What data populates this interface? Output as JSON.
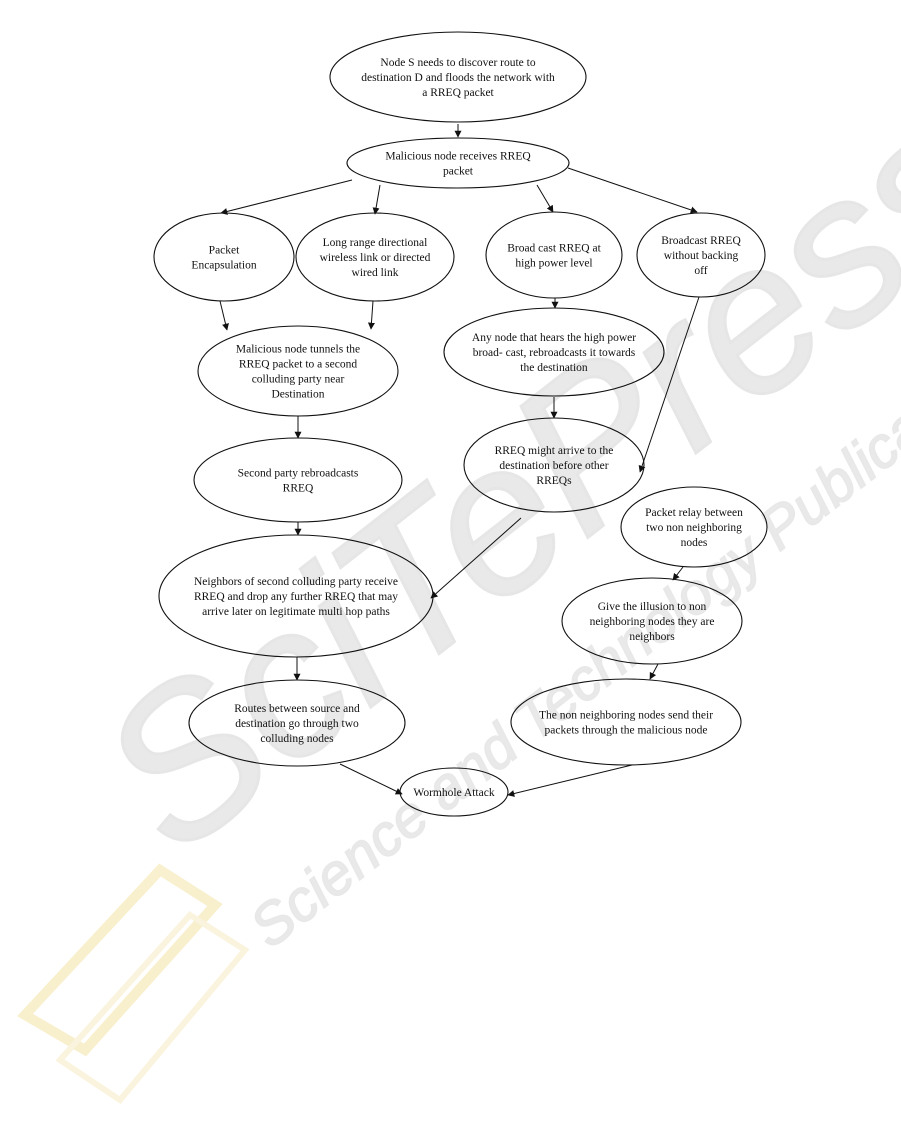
{
  "watermark": {
    "main": "SciTePress",
    "sub": "Science and Technology Publications"
  },
  "nodes": [
    {
      "id": "start",
      "lines": [
        "Node S needs to discover route to",
        "destination D and floods the network with",
        "a RREQ packet"
      ]
    },
    {
      "id": "malicious-receives",
      "lines": [
        "Malicious node receives RREQ",
        "packet"
      ]
    },
    {
      "id": "packet-encapsulation",
      "lines": [
        "Packet",
        "Encapsulation"
      ]
    },
    {
      "id": "long-range-link",
      "lines": [
        "Long range directional",
        "wireless link or directed",
        "wired link"
      ]
    },
    {
      "id": "broadcast-high-power",
      "lines": [
        "Broad cast RREQ at",
        "high power level"
      ]
    },
    {
      "id": "broadcast-no-backoff",
      "lines": [
        "Broadcast RREQ",
        "without backing",
        "off"
      ]
    },
    {
      "id": "tunnels-rreq",
      "lines": [
        "Malicious node tunnels the",
        "RREQ packet to a second",
        "colluding party near",
        "Destination"
      ]
    },
    {
      "id": "any-node-hears",
      "lines": [
        "Any node that hears the high power",
        "broad- cast, rebroadcasts it towards",
        "the destination"
      ]
    },
    {
      "id": "second-party-rebroadcasts",
      "lines": [
        "Second party rebroadcasts",
        "RREQ"
      ]
    },
    {
      "id": "rreq-arrive-first",
      "lines": [
        "RREQ might arrive to the",
        "destination before other",
        "RREQs"
      ]
    },
    {
      "id": "packet-relay",
      "lines": [
        "Packet relay between",
        "two non neighboring",
        "nodes"
      ]
    },
    {
      "id": "neighbors-drop",
      "lines": [
        "Neighbors of second colluding party receive",
        "RREQ and drop any further RREQ that may",
        "arrive later on legitimate multi hop paths"
      ]
    },
    {
      "id": "illusion",
      "lines": [
        "Give the illusion to non",
        "neighboring nodes they are",
        "neighbors"
      ]
    },
    {
      "id": "routes-through",
      "lines": [
        "Routes between source and",
        "destination go through two",
        "colluding nodes"
      ]
    },
    {
      "id": "non-neighbor-send",
      "lines": [
        "The non neighboring nodes send their",
        "packets through the malicious node"
      ]
    },
    {
      "id": "wormhole-attack",
      "lines": [
        "Wormhole Attack"
      ]
    }
  ],
  "edges": [
    {
      "from": "start",
      "to": "malicious-receives"
    },
    {
      "from": "malicious-receives",
      "to": "packet-encapsulation"
    },
    {
      "from": "malicious-receives",
      "to": "long-range-link"
    },
    {
      "from": "malicious-receives",
      "to": "broadcast-high-power"
    },
    {
      "from": "malicious-receives",
      "to": "broadcast-no-backoff"
    },
    {
      "from": "packet-encapsulation",
      "to": "tunnels-rreq"
    },
    {
      "from": "long-range-link",
      "to": "tunnels-rreq"
    },
    {
      "from": "broadcast-high-power",
      "to": "any-node-hears"
    },
    {
      "from": "broadcast-no-backoff",
      "to": "rreq-arrive-first"
    },
    {
      "from": "tunnels-rreq",
      "to": "second-party-rebroadcasts"
    },
    {
      "from": "any-node-hears",
      "to": "rreq-arrive-first"
    },
    {
      "from": "second-party-rebroadcasts",
      "to": "neighbors-drop"
    },
    {
      "from": "rreq-arrive-first",
      "to": "neighbors-drop"
    },
    {
      "from": "neighbors-drop",
      "to": "routes-through"
    },
    {
      "from": "packet-relay",
      "to": "illusion"
    },
    {
      "from": "illusion",
      "to": "non-neighbor-send"
    },
    {
      "from": "routes-through",
      "to": "wormhole-attack"
    },
    {
      "from": "non-neighbor-send",
      "to": "wormhole-attack"
    }
  ]
}
